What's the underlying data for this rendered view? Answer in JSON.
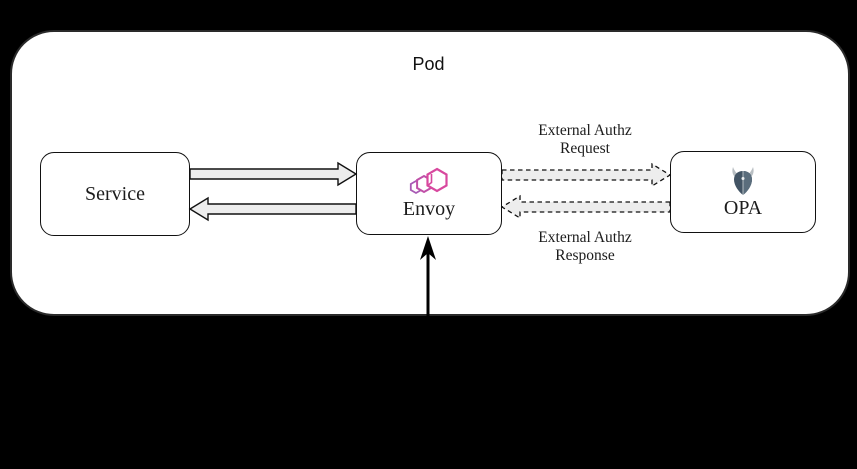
{
  "diagram": {
    "title": "Pod",
    "nodes": [
      {
        "id": "service",
        "label": "Service"
      },
      {
        "id": "envoy",
        "label": "Envoy",
        "icon": "envoy-hexagons-icon"
      },
      {
        "id": "opa",
        "label": "OPA",
        "icon": "opa-helmet-icon"
      }
    ],
    "edges": [
      {
        "from": "service",
        "to": "envoy",
        "style": "solid-block-arrow"
      },
      {
        "from": "envoy",
        "to": "service",
        "style": "solid-block-arrow"
      },
      {
        "from": "envoy",
        "to": "opa",
        "style": "dashed-block-arrow",
        "label": "External Authz Request"
      },
      {
        "from": "opa",
        "to": "envoy",
        "style": "dashed-block-arrow",
        "label": "External Authz Response"
      },
      {
        "from": "outside-pod",
        "to": "envoy",
        "style": "solid-line-arrow"
      }
    ],
    "labels": {
      "request": "External Authz Request",
      "response": "External Authz Response"
    },
    "colors": {
      "background": "#000000",
      "pod_fill": "#ffffff",
      "node_border": "#111111",
      "block_arrow_fill": "#ededed",
      "block_arrow_outline": "#111111",
      "envoy_pink": "#d8489e",
      "envoy_purple": "#a85ab4",
      "opa_helmet_dark": "#425464",
      "opa_helmet_light": "#5a6d7c",
      "opa_horns": "#b9bfc3",
      "text": "#1c1c1c"
    }
  }
}
